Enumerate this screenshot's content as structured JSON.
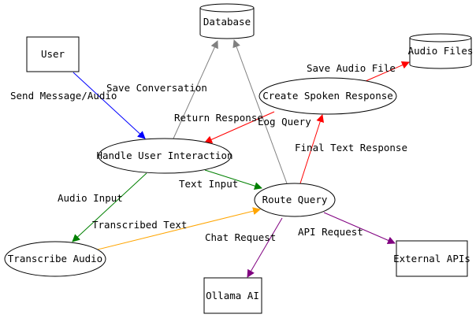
{
  "nodes": {
    "user": "User",
    "database": "Database",
    "audio_files": "Audio Files",
    "handle_user_interaction": "Handle User Interaction",
    "create_spoken_response": "Create Spoken Response",
    "route_query": "Route Query",
    "transcribe_audio": "Transcribe Audio",
    "ollama_ai": "Ollama AI",
    "external_apis": "External APIs"
  },
  "edges": {
    "send_message_audio": "Send Message/Audio",
    "save_conversation": "Save Conversation",
    "return_response": "Return Response",
    "log_query": "Log Query",
    "save_audio_file": "Save Audio File",
    "final_text_response": "Final Text Response",
    "text_input": "Text Input",
    "audio_input": "Audio Input",
    "transcribed_text": "Transcribed Text",
    "chat_request": "Chat Request",
    "api_request": "API Request"
  },
  "colors": {
    "blue": "#0000ff",
    "gray": "#808080",
    "red": "#ff0000",
    "green": "#008000",
    "orange": "#ffa500",
    "purple": "#800080"
  }
}
